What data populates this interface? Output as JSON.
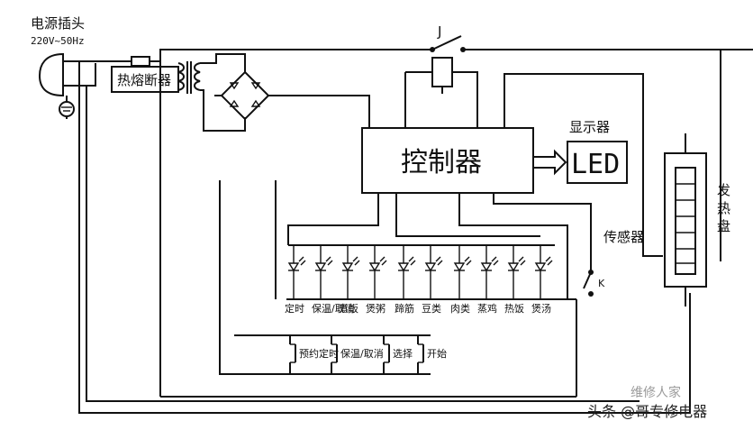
{
  "labels": {
    "power_plug": "电源插头",
    "voltage": "220V~50Hz",
    "fuse": "热熔断器",
    "relay": "J",
    "display": "显示器",
    "led_text": "LED",
    "controller": "控制器",
    "sensor": "传感器",
    "heater": "发热盘",
    "switch_k": "K"
  },
  "indicators": [
    "定时",
    "保温/取消",
    "煮饭",
    "煲粥",
    "蹄筋",
    "豆类",
    "肉类",
    "蒸鸡",
    "热饭",
    "煲汤"
  ],
  "buttons": [
    "预约定时",
    "保温/取消",
    "选择",
    "开始"
  ],
  "watermark": {
    "top": "维修人家",
    "bottom": "头条 @哥专修电器"
  }
}
